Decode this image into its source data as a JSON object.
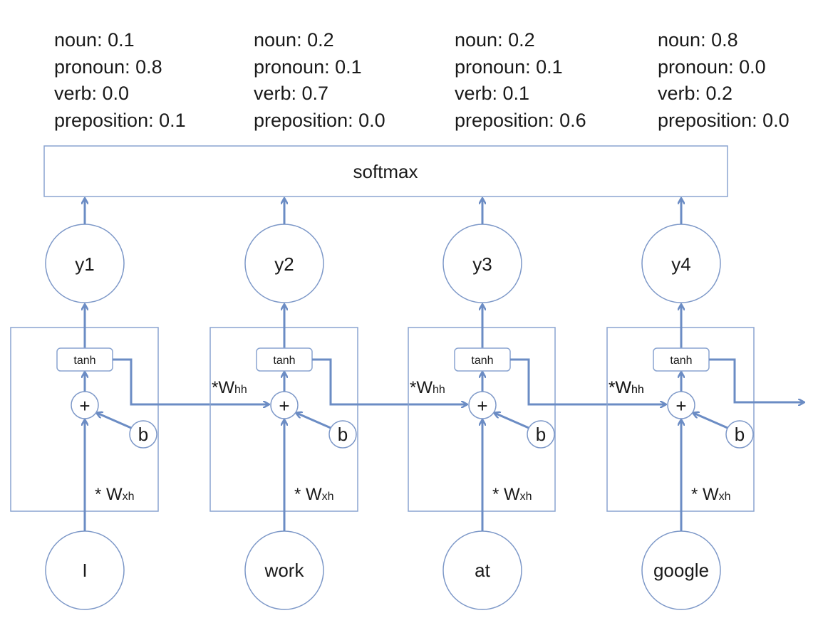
{
  "colors": {
    "line": "#6b8cc4",
    "box": "#8aa4d0",
    "pronoun": "#5a8a2c",
    "verb": "#b02a3a",
    "preposition": "#d86a44",
    "noun": "#3a3acc"
  },
  "softmax_label": "softmax",
  "tanh_label": "tanh",
  "plus_label": "+",
  "bias_label": "b",
  "whh_star": "*W",
  "whh_sub": "hh",
  "wxh_star": "* W",
  "wxh_sub": "xh",
  "steps": [
    {
      "input": "I",
      "output": "y1",
      "probs": [
        {
          "text": "noun: 0.1",
          "highlight": false
        },
        {
          "text": "pronoun: 0.8",
          "highlight": true,
          "color": "#5a8a2c"
        },
        {
          "text": "verb: 0.0",
          "highlight": false
        },
        {
          "text": "preposition: 0.1",
          "highlight": false
        }
      ]
    },
    {
      "input": "work",
      "output": "y2",
      "probs": [
        {
          "text": "noun: 0.2",
          "highlight": false
        },
        {
          "text": "pronoun: 0.1",
          "highlight": false
        },
        {
          "text": "verb: 0.7",
          "highlight": true,
          "color": "#b02a3a"
        },
        {
          "text": "preposition: 0.0",
          "highlight": false
        }
      ]
    },
    {
      "input": "at",
      "output": "y3",
      "probs": [
        {
          "text": "noun: 0.2",
          "highlight": false
        },
        {
          "text": "pronoun: 0.1",
          "highlight": false
        },
        {
          "text": "verb: 0.1",
          "highlight": false
        },
        {
          "text": "preposition: 0.6",
          "highlight": true,
          "color": "#d86a44"
        }
      ]
    },
    {
      "input": "google",
      "output": "y4",
      "probs": [
        {
          "text": "noun: 0.8",
          "highlight": true,
          "color": "#3a3acc"
        },
        {
          "text": "pronoun: 0.0",
          "highlight": false
        },
        {
          "text": "verb: 0.2",
          "highlight": false
        },
        {
          "text": "preposition: 0.0",
          "highlight": false
        }
      ]
    }
  ]
}
